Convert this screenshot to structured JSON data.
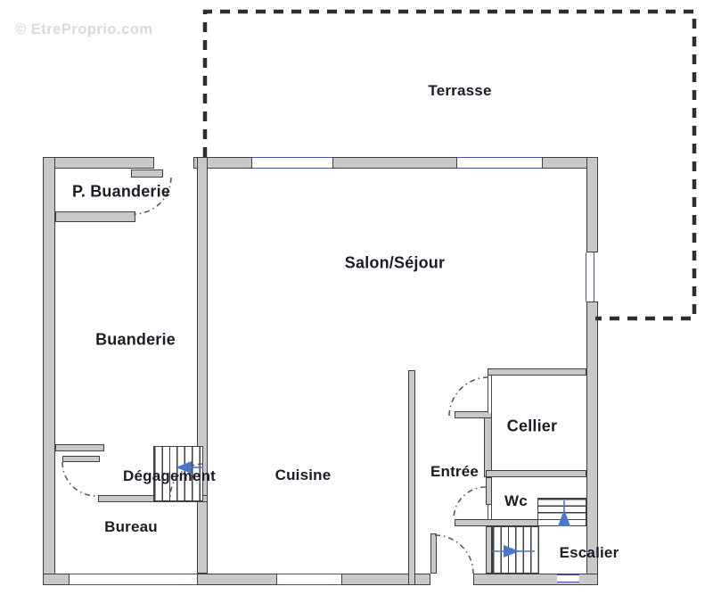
{
  "watermark": "© EtreProprio.com",
  "rooms": {
    "terrasse": "Terrasse",
    "p_buanderie": "P. Buanderie",
    "salon": "Salon/Séjour",
    "buanderie": "Buanderie",
    "cellier": "Cellier",
    "entree": "Entrée",
    "degagement": "Dégagement",
    "cuisine": "Cuisine",
    "bureau": "Bureau",
    "wc": "Wc",
    "escalier": "Escalier"
  },
  "colors": {
    "wall_fill": "#c9c9c9",
    "wall_outline": "#3f3f3f",
    "window_blue": "#4b4fa6",
    "arrow_blue": "#4a77c9",
    "door_arc": "#5a5a5a",
    "terrace_dash": "#2e2e2e",
    "label_text": "#1c1c28",
    "watermark": "#d9d9d9"
  }
}
